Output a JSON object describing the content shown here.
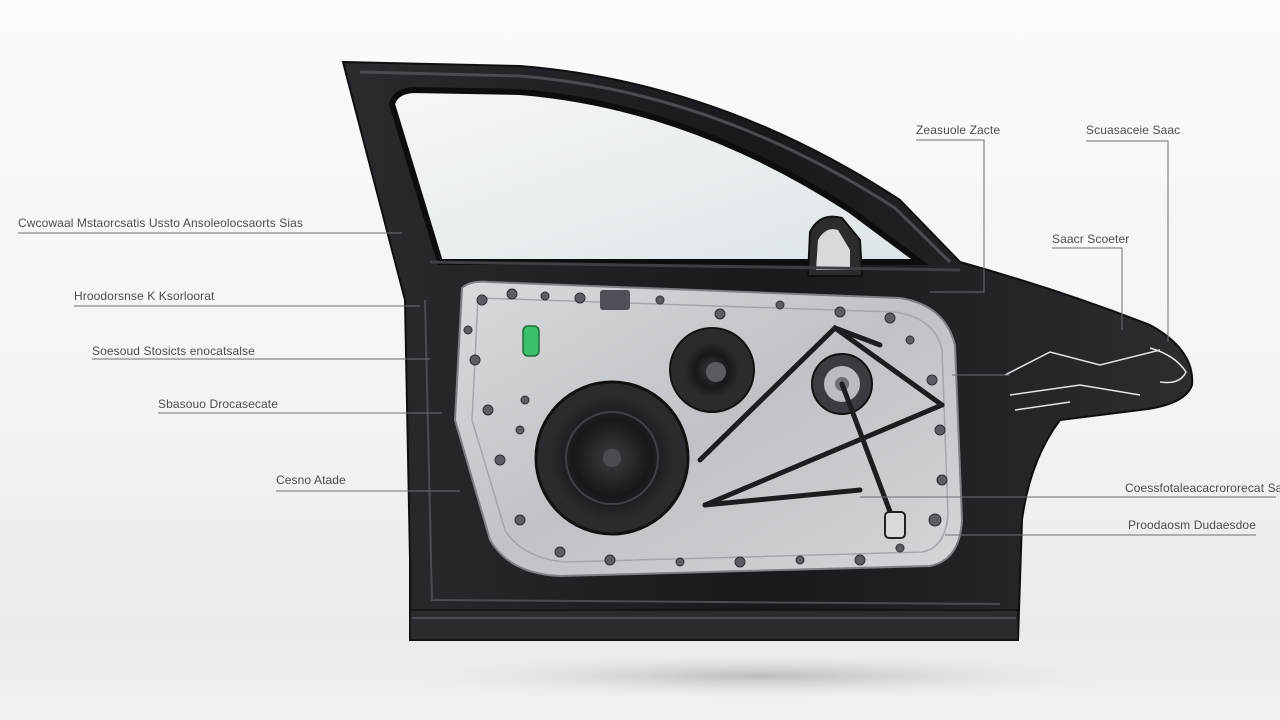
{
  "callouts": {
    "left": [
      "Cwcowaal Mstaorcsatis Ussto Ansoleolocsaorts Sias",
      "Hroodorsnse K Ksorloorat",
      "Soesoud Stosicts enocatsalse",
      "Sbasouo Drocasecate",
      "Cesno Atade"
    ],
    "right": [
      "Zeasuole Zacte",
      "Scuasaceie Saac",
      "Saacr Scoeter",
      "Coessfotaleacacrororecat Sas",
      "Proodaosm Dudaesdoe"
    ]
  },
  "colors": {
    "background": "#f4f5f6",
    "door_frame": "#1c1d20",
    "inner_panel": "#c9ccd0",
    "glass": "#e8edf0",
    "leader_line": "#6b6f75",
    "accent_clip": "#3bbf6a"
  }
}
